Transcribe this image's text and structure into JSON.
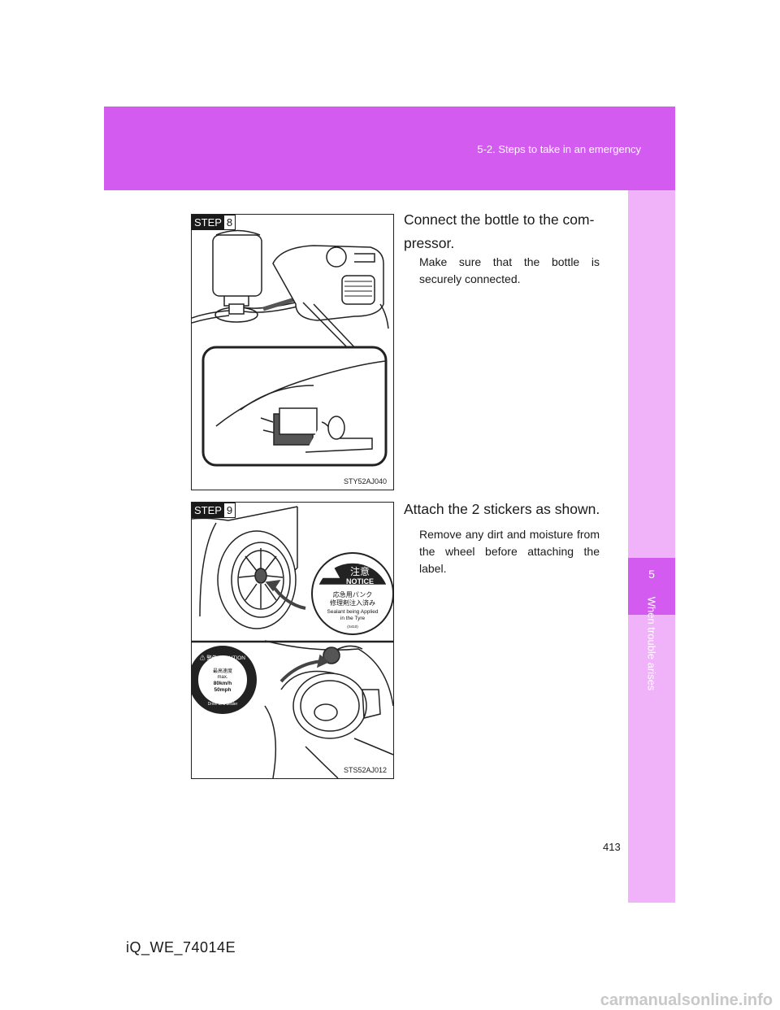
{
  "header": {
    "section": "5-2. Steps to take in an emergency"
  },
  "side_tab": {
    "chapter_number": "5",
    "chapter_title": "When trouble arises"
  },
  "steps": [
    {
      "step_label": "STEP",
      "step_number": "8",
      "title": "Connect the bottle to the com- pressor.",
      "description": "Make sure that the bottle is securely connected.",
      "figure_code": "STY52AJ040"
    },
    {
      "step_label": "STEP",
      "step_number": "9",
      "title": "Attach the 2 stickers as shown.",
      "description": "Remove any dirt and moisture from the wheel before attaching the label.",
      "figure_code": "STS52AJ012",
      "notice_sticker": {
        "heading_jp": "注意",
        "heading_en": "NOTICE",
        "line1_jp": "応急用パンク",
        "line2_jp": "修理剤注入済み",
        "line3_en": "Sealant being Applied",
        "line4_en": "in the Tyre",
        "code": "(S410)"
      },
      "caution_sticker": {
        "ring_text": "⚠ 警告 / CAUTION",
        "line1_jp": "最高速度",
        "line2": "max.",
        "speed_kmh": "80km/h",
        "speed_mph": "50mph",
        "bottom_ring_text": "Drive to a dealer"
      }
    }
  ],
  "footer": {
    "page_number": "413",
    "doc_code": "iQ_WE_74014E"
  },
  "colors": {
    "accent": "#d35bf0",
    "tab_light": "#f0b2f8"
  },
  "watermark": "carmanualsonline.info"
}
